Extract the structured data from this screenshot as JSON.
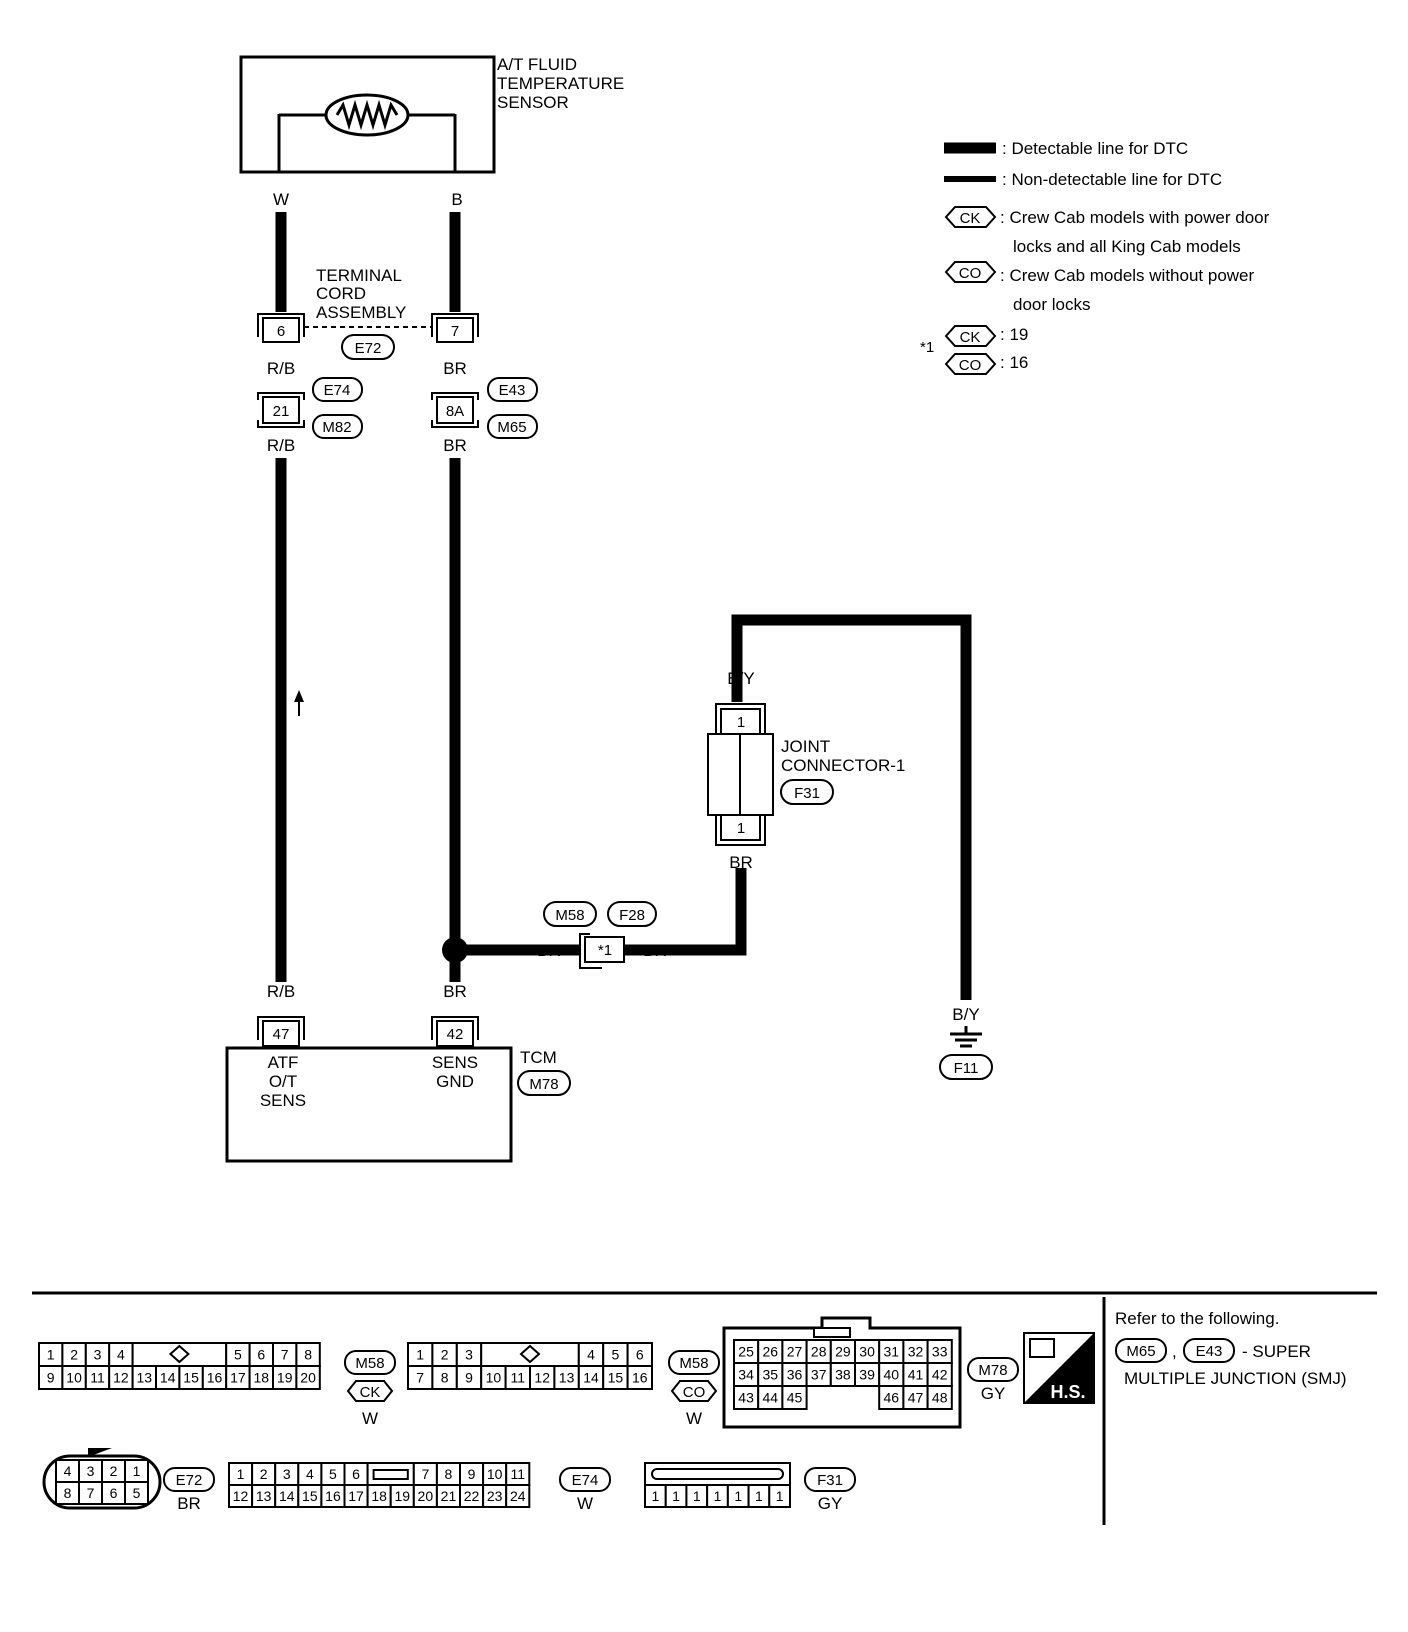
{
  "sensor": {
    "line1": "A/T FLUID",
    "line2": "TEMPERATURE",
    "line3": "SENSOR",
    "pin_left": "W",
    "pin_right": "B"
  },
  "terminal_cord": {
    "line1": "TERMINAL",
    "line2": "CORD",
    "line3": "ASSEMBLY",
    "pin_left": "6",
    "pin_right": "7",
    "connector": "E72"
  },
  "wires": {
    "rb": "R/B",
    "br": "BR",
    "by": "B/Y"
  },
  "junction_left": {
    "pin": "21",
    "conn_top": "E74",
    "conn_bottom": "M82"
  },
  "junction_right": {
    "pin": "8A",
    "conn_top": "E43",
    "conn_bottom": "M65"
  },
  "joint_connector": {
    "line1": "JOINT",
    "line2": "CONNECTOR-1",
    "connector": "F31",
    "pin": "1"
  },
  "mid_connector": {
    "pin": "*1",
    "conn_left": "M58",
    "conn_right": "F28"
  },
  "ground": {
    "connector": "F11"
  },
  "tcm": {
    "name": "TCM",
    "connector": "M78",
    "pin_left": "47",
    "pin_right": "42",
    "left_l1": "ATF",
    "left_l2": "O/T",
    "left_l3": "SENS",
    "right_l1": "SENS",
    "right_l2": "GND"
  },
  "legend": {
    "detectable": ": Detectable line for DTC",
    "non_detectable": ": Non-detectable line for DTC",
    "ck_tag": "CK",
    "co_tag": "CO",
    "ck_desc1": ": Crew Cab models with power door",
    "ck_desc2": "locks and all King Cab models",
    "co_desc1": ": Crew Cab models without power",
    "co_desc2": "door locks",
    "star": "*1",
    "ck_val": ": 19",
    "co_val": ": 16"
  },
  "connectors": {
    "m58_ck": {
      "row1_left": [
        "1",
        "2",
        "3",
        "4"
      ],
      "row1_right": [
        "5",
        "6",
        "7",
        "8"
      ],
      "row2": [
        "9",
        "10",
        "11",
        "12",
        "13",
        "14",
        "15",
        "16",
        "17",
        "18",
        "19",
        "20"
      ],
      "id": "M58",
      "tag": "CK",
      "color": "W"
    },
    "m58_co": {
      "row1_left": [
        "1",
        "2",
        "3"
      ],
      "row1_right": [
        "4",
        "5",
        "6"
      ],
      "row2": [
        "7",
        "8",
        "9",
        "10",
        "11",
        "12",
        "13",
        "14",
        "15",
        "16"
      ],
      "id": "M58",
      "tag": "CO",
      "color": "W"
    },
    "m78": {
      "row1": [
        "25",
        "26",
        "27",
        "28",
        "29",
        "30",
        "31",
        "32",
        "33"
      ],
      "row2": [
        "34",
        "35",
        "36",
        "37",
        "38",
        "39",
        "40",
        "41",
        "42"
      ],
      "row3_left": [
        "43",
        "44",
        "45"
      ],
      "row3_right": [
        "46",
        "47",
        "48"
      ],
      "id": "M78",
      "color": "GY"
    },
    "e72": {
      "top": [
        "4",
        "3",
        "2",
        "1"
      ],
      "bottom": [
        "8",
        "7",
        "6",
        "5"
      ],
      "id": "E72",
      "color": "BR"
    },
    "e74": {
      "row1_left": [
        "1",
        "2",
        "3",
        "4",
        "5",
        "6"
      ],
      "row1_right": [
        "7",
        "8",
        "9",
        "10",
        "11"
      ],
      "row2": [
        "12",
        "13",
        "14",
        "15",
        "16",
        "17",
        "18",
        "19",
        "20",
        "21",
        "22",
        "23",
        "24"
      ],
      "id": "E74",
      "color": "W"
    },
    "f31": {
      "pins": [
        "1",
        "1",
        "1",
        "1",
        "1",
        "1",
        "1"
      ],
      "id": "F31",
      "color": "GY"
    }
  },
  "hs_badge": "H.S.",
  "refer": {
    "line1": "Refer to the following.",
    "c1": "M65",
    "sep": ",",
    "c2": "E43",
    "line2": "- SUPER",
    "line3": "MULTIPLE JUNCTION (SMJ)"
  }
}
